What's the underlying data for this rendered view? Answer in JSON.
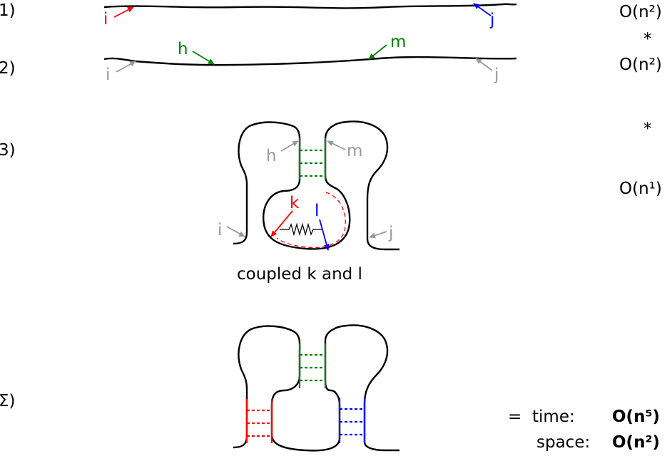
{
  "steps": {
    "s1": "1)",
    "s2": "2)",
    "s3": "3)",
    "sigma": "Σ)"
  },
  "complexity": {
    "c1": "O(n²)",
    "mul1": "*",
    "c2": "O(n²)",
    "mul2": "*",
    "c3": "O(n¹)"
  },
  "labels": {
    "i": "i",
    "j": "j",
    "h": "h",
    "m": "m",
    "k": "k",
    "l": "l"
  },
  "caption": "coupled k and l",
  "result": {
    "eq": "=",
    "time_label": "time:",
    "time_value": "O(n⁵)",
    "space_label": "space:",
    "space_value": "O(n²)"
  },
  "colors": {
    "red": "#ff0000",
    "blue": "#0000ff",
    "green": "#008000",
    "gray": "#999999",
    "black": "#000000"
  }
}
